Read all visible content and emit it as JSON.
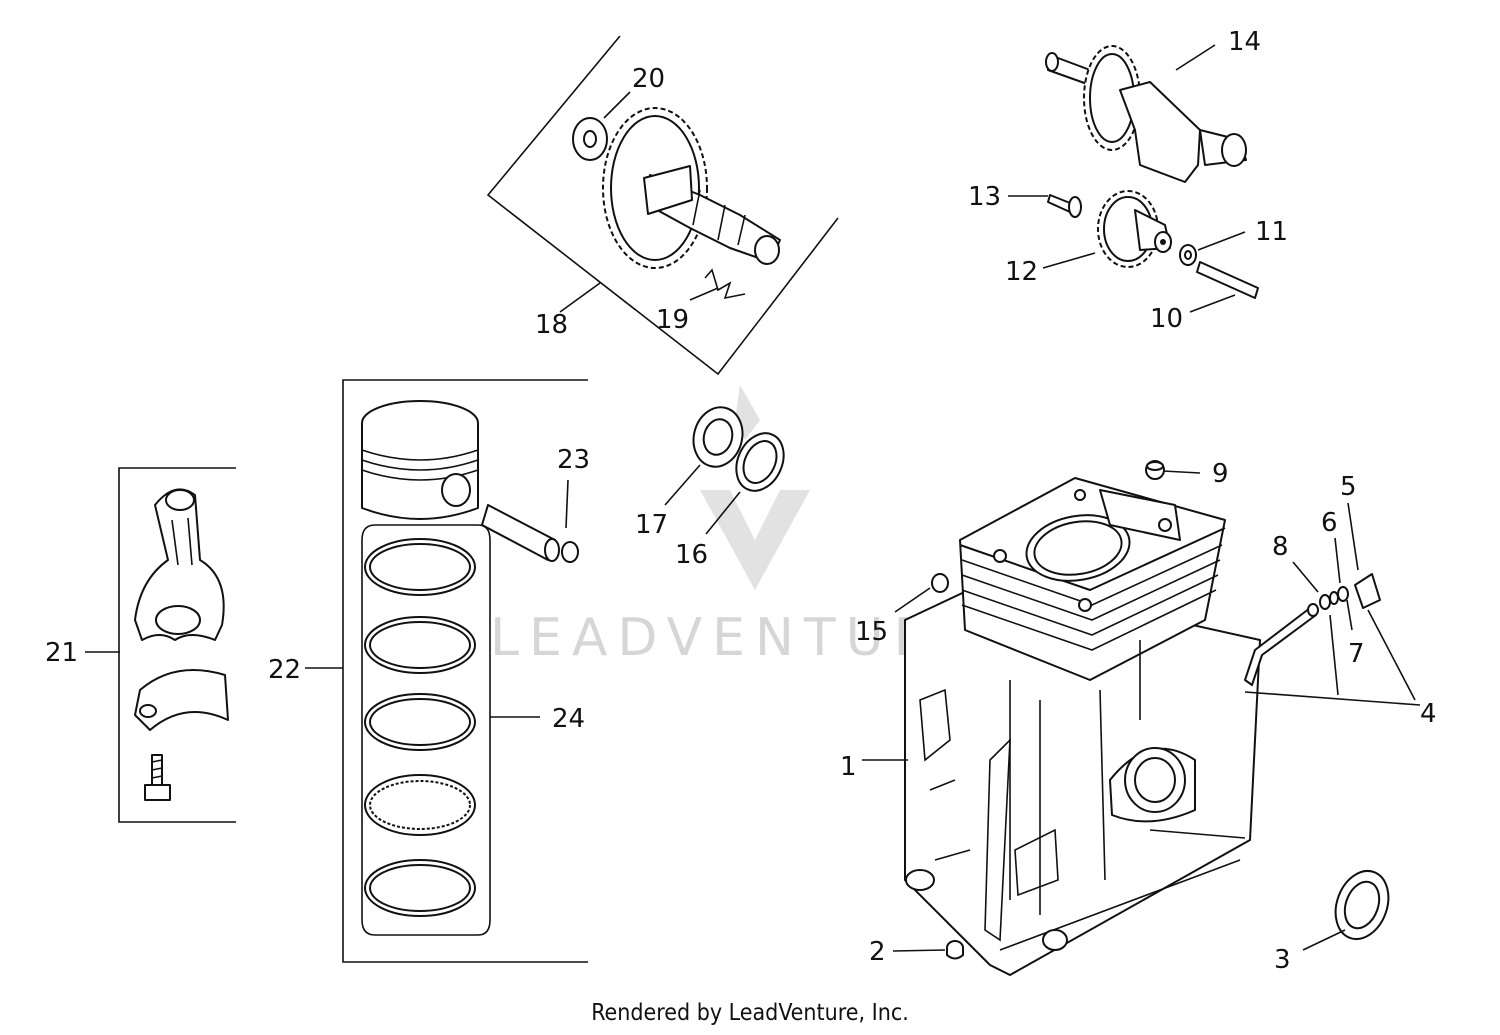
{
  "callouts": {
    "n1": "1",
    "n2": "2",
    "n3": "3",
    "n4": "4",
    "n5": "5",
    "n6": "6",
    "n7": "7",
    "n8": "8",
    "n9": "9",
    "n10": "10",
    "n11": "11",
    "n12": "12",
    "n13": "13",
    "n14": "14",
    "n15": "15",
    "n16": "16",
    "n17": "17",
    "n18": "18",
    "n19": "19",
    "n20": "20",
    "n21": "21",
    "n22": "22",
    "n23": "23",
    "n24": "24"
  },
  "watermark": "LEADVENTURE",
  "footer": "Rendered by LeadVenture, Inc."
}
